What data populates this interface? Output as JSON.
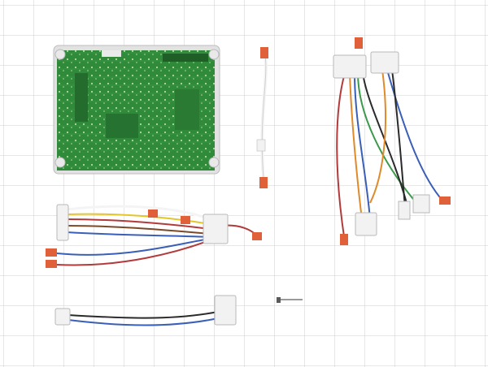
{
  "scene": {
    "background": "#ffffff",
    "grid_color": "#cfcfcf",
    "board_color": "#2f8a3a",
    "board_frame_color": "#e2e2e2",
    "connector_color": "#f2f2f2",
    "terminal_color": "#e0603a",
    "wire_colors": {
      "red": "#b23a3a",
      "white": "#f4f4f4",
      "orange": "#e08a2a",
      "yellow": "#e3c62a",
      "blue": "#3a5fb8",
      "black": "#2a2a2a",
      "green": "#3a9a4a",
      "brown": "#7a4a2a",
      "gray": "#8a8a8a"
    }
  },
  "items": [
    {
      "name": "control-board",
      "interactable": false
    },
    {
      "name": "white-wire-lead",
      "interactable": false
    },
    {
      "name": "multi-wire-harness-right",
      "interactable": false
    },
    {
      "name": "multi-wire-harness-left",
      "interactable": false
    },
    {
      "name": "two-wire-harness",
      "interactable": false
    },
    {
      "name": "small-screw",
      "interactable": false
    }
  ]
}
